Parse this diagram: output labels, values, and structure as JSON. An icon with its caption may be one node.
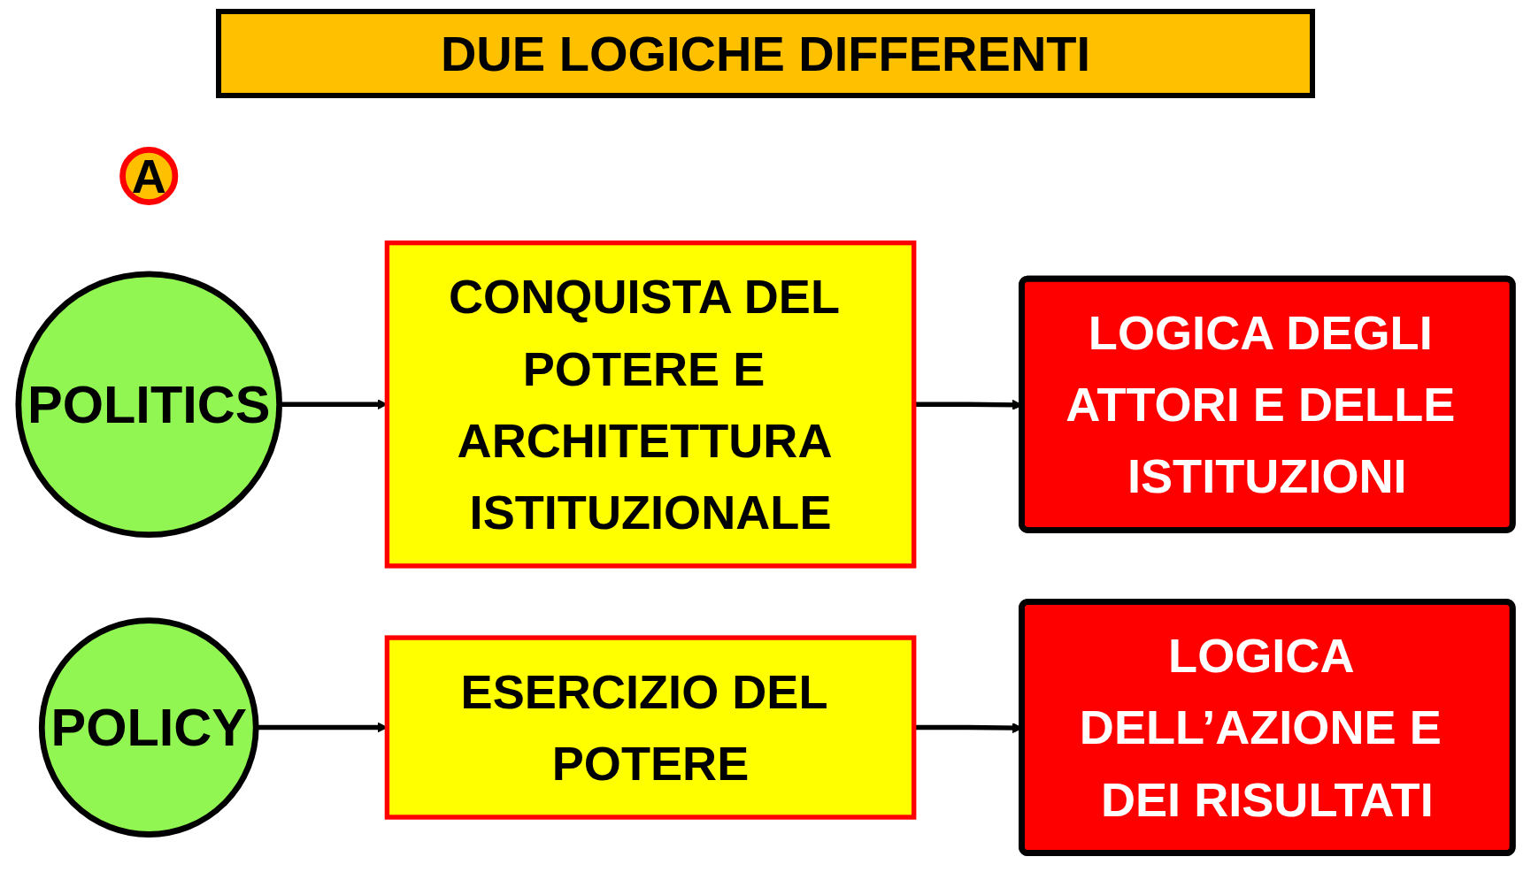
{
  "diagram": {
    "title": "DUE LOGICHE DIFFERENTI",
    "nodes": [
      {
        "text": [
          "A"
        ]
      },
      {
        "text": [
          "POLITICS"
        ]
      },
      {
        "text": [
          "CONQUISTA DEL POTERE E ARCHITETTURA ISTITUZIONALE"
        ]
      },
      {
        "text": [
          "LOGICA DEGLI ATTORI E DELLE ISTITUZIONI"
        ]
      },
      {
        "text": [
          "POLICY"
        ]
      },
      {
        "text": [
          "ESERCIZIO DEL POTERE"
        ]
      },
      {
        "text": [
          "LOGICA DELL’AZIONE E DEI RISULTATI"
        ]
      }
    ],
    "edges": [
      {
        "from": 1,
        "to": 2,
        "arrow": "to"
      },
      {
        "from": 2,
        "to": 3,
        "arrow": "to"
      },
      {
        "from": 4,
        "to": 5,
        "arrow": "to"
      },
      {
        "from": 5,
        "to": 6,
        "arrow": "to"
      }
    ]
  }
}
